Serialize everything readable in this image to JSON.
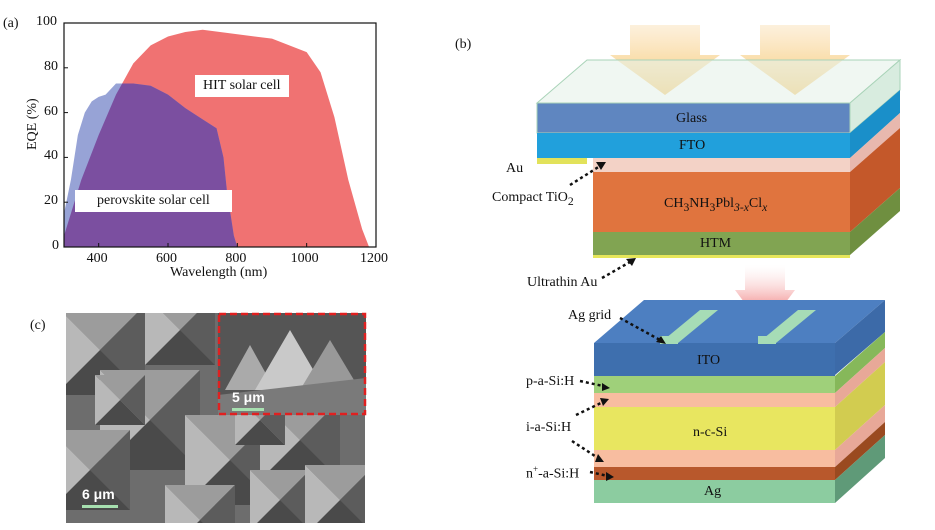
{
  "panels": {
    "a": "(a)",
    "b": "(b)",
    "c": "(c)"
  },
  "chart_data": {
    "type": "area",
    "xlabel": "Wavelength (nm)",
    "ylabel": "EQE (%)",
    "xlim": [
      300,
      1200
    ],
    "ylim": [
      0,
      100
    ],
    "xticks": [
      400,
      600,
      800,
      1000,
      1200
    ],
    "yticks": [
      0,
      20,
      40,
      60,
      80,
      100
    ],
    "series": [
      {
        "name": "HIT solar cell",
        "color": "#f07272",
        "x": [
          300,
          350,
          400,
          450,
          500,
          550,
          600,
          650,
          700,
          750,
          800,
          850,
          900,
          950,
          1000,
          1040,
          1080,
          1120,
          1160,
          1180
        ],
        "y": [
          5,
          30,
          50,
          68,
          82,
          90,
          94,
          96,
          97,
          96,
          95,
          94,
          93,
          90,
          87,
          78,
          58,
          30,
          8,
          0
        ]
      },
      {
        "name": "perovskite solar cell",
        "color": "#97a3d6",
        "x": [
          300,
          320,
          340,
          360,
          380,
          400,
          420,
          450,
          500,
          550,
          600,
          650,
          700,
          740,
          760,
          770,
          780,
          790,
          800
        ],
        "y": [
          15,
          30,
          50,
          60,
          65,
          67,
          68,
          73,
          73,
          72,
          68,
          62,
          57,
          53,
          40,
          25,
          15,
          5,
          0
        ]
      }
    ],
    "overlap_color": "#7b4fa0",
    "annotations": [
      "HIT solar cell",
      "perovskite solar cell"
    ]
  },
  "diagram_b": {
    "perovskite": {
      "glass": "Glass",
      "fto": "FTO",
      "au": "Au",
      "tio2": "Compact TiO",
      "tio2_sub": "2",
      "absorber": {
        "a": "CH",
        "s1": "3",
        "b": "NH",
        "s2": "3",
        "c": "Pbl",
        "s3": "3-x",
        "d": "Cl",
        "s4": "x"
      },
      "htm": "HTM",
      "ultrathin": "Ultrathin Au"
    },
    "hit": {
      "ag_grid": "Ag grid",
      "ito": "ITO",
      "p": "p-a-Si:H",
      "i": "i-a-Si:H",
      "nc": "n-c-Si",
      "nplus": "n",
      "nplus_sup": "+",
      "nplus_rest": "-a-Si:H",
      "ag": "Ag"
    }
  },
  "sem": {
    "main_scale": "6 μm",
    "inset_scale": "5 μm"
  }
}
